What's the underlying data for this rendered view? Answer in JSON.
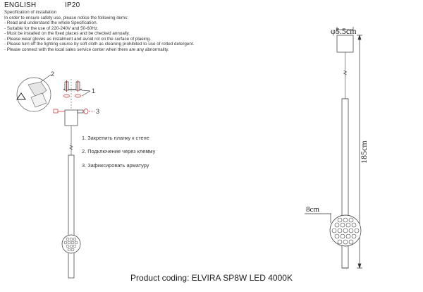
{
  "header": {
    "language": "ENGLISH",
    "protection": "IP20"
  },
  "spec": {
    "title": "Specification of installation",
    "lines": [
      "In order to ensure safety use, please notice the following items:",
      "- Read and understand the whole Specification.",
      "- Suitable for the use of 220-240V and 50-60Hz.",
      "- Must be installed on the fixed places and be checked annually.",
      "- Please wear gloves as instalment and avoid rot on the surface of plaeing.",
      "- Please turn off the lighting source by soft cloth as cleaning prohibited to use of rotted detergent.",
      "- Please connect with the local sales service center when there are any abnormality."
    ]
  },
  "callouts": {
    "c1": "1",
    "c2": "2",
    "c3": "3"
  },
  "steps": [
    "1. Закрепить планку к стене",
    "2. Подключение через клемму",
    "3. Зафиксировать арматуру"
  ],
  "dimensions": {
    "canopy": "φ5.5cm",
    "height": "185cm",
    "ball": "8cm"
  },
  "product_coding": "Product coding: ELVIRA SP8W LED 4000K"
}
